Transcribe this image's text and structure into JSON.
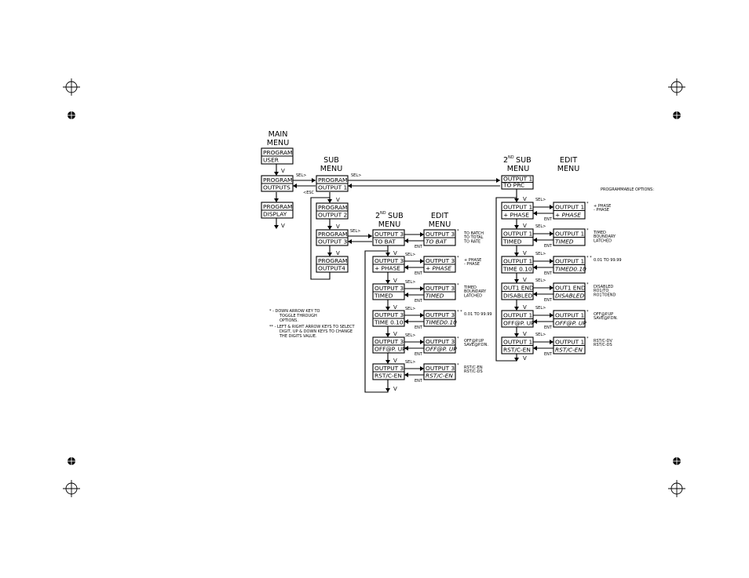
{
  "headers": {
    "main": [
      "MAIN",
      "MENU"
    ],
    "sub": [
      "SUB",
      "MENU"
    ],
    "sub2_left": [
      "SUB",
      "MENU"
    ],
    "sub2_right": [
      "SUB",
      "MENU"
    ],
    "sub2_num": "2",
    "sub2_sup": "ND",
    "edit_left": [
      "EDIT",
      "MENU"
    ],
    "edit_right": [
      "EDIT",
      "MENU"
    ],
    "programmable_options": "PROGRAMMABLE OPTIONS:"
  },
  "main_menu": [
    [
      "PROGRAM",
      "USER"
    ],
    [
      "PROGRAM",
      "OUTPUTS"
    ],
    [
      "PROGRAM",
      "DISPLAY"
    ]
  ],
  "sub_menu": [
    [
      "PROGRAM",
      "OUTPUT 1"
    ],
    [
      "PROGRAM",
      "OUTPUT 2"
    ],
    [
      "PROGRAM",
      "OUTPUT 3"
    ],
    [
      "PROGRAM",
      "OUTPUT4"
    ]
  ],
  "sub2_left": [
    [
      "OUTPUT 3",
      "TO BAT"
    ],
    [
      "OUTPUT 3",
      "+ PHASE"
    ],
    [
      "OUTPUT 3",
      "TIMED"
    ],
    [
      "OUTPUT 3",
      "TIME 0.10"
    ],
    [
      "OUTPUT 3",
      "OFF@P. UP"
    ],
    [
      "OUTPUT 3",
      "RST/C-EN"
    ]
  ],
  "edit_left": [
    [
      "OUTPUT 3",
      "TO BAT"
    ],
    [
      "OUTPUT 3",
      "+ PHASE"
    ],
    [
      "OUTPUT 3",
      "TIMED"
    ],
    [
      "OUTPUT 3",
      "TIMED0.10"
    ],
    [
      "OUTPUT 3",
      "OFF@P. UP"
    ],
    [
      "OUTPUT 3",
      "RST/C-EN"
    ]
  ],
  "options_left": [
    [
      "TO BATCH",
      "TO TOTAL",
      "TO RATE"
    ],
    [
      "+ PHASE",
      "- PHASE"
    ],
    [
      "TIMED",
      "BOUNDARY",
      "LATCHED"
    ],
    [
      "0.01 TO 99.99"
    ],
    [
      "OFF@P.UP",
      "SAVE@P.DN."
    ],
    [
      "RST/C-EN",
      "RST/C-DS"
    ]
  ],
  "sub2_right": [
    [
      "OUTPUT 1",
      "TO PRC"
    ],
    [
      "OUTPUT 1",
      "+ PHASE"
    ],
    [
      "OUTPUT 1",
      "TIMED"
    ],
    [
      "OUTPUT 1",
      "TIME 0.10"
    ],
    [
      "OUT1 END",
      "DISABLED"
    ],
    [
      "OUTPUT 1",
      "OFF@P. UP"
    ],
    [
      "OUTPUT 1",
      "RST/C-EN"
    ]
  ],
  "edit_right": [
    [
      "OUTPUT 1",
      "+ PHASE"
    ],
    [
      "OUTPUT 1",
      "TIMED"
    ],
    [
      "OUTPUT 1",
      "TIMED0.10"
    ],
    [
      "OUT1 END",
      "DISABLED"
    ],
    [
      "OUTPUT 1",
      "OFF@P. UP"
    ],
    [
      "OUTPUT 1",
      "RST/C-EN"
    ]
  ],
  "options_right": [
    [
      "+ PHASE",
      "- PHASE"
    ],
    [
      "TIMED",
      "BOUNDARY",
      "LATCHED"
    ],
    [
      "0.01 TO 99.99"
    ],
    [
      "DISABLED",
      "RO1/TO",
      "RO1TOEND"
    ],
    [
      "OFF@P.UP",
      "SAVE@P.DN."
    ],
    [
      "RST/C-DV",
      "RST/C-DS"
    ]
  ],
  "labels": {
    "sel": "SEL",
    "ent": "ENT",
    "esc": "ESC",
    "star": "*",
    "star2": "* *"
  },
  "legend": [
    [
      "* - DOWN ARROW KEY TO",
      "TOGGLE THROUGH",
      "OPTIONS."
    ],
    [
      "** - LEFT & RIGHT ARROW KEYS TO SELECT",
      "DIGIT, UP & DOWN KEYS TO CHANGE",
      "THE DIGITS VALUE."
    ]
  ]
}
